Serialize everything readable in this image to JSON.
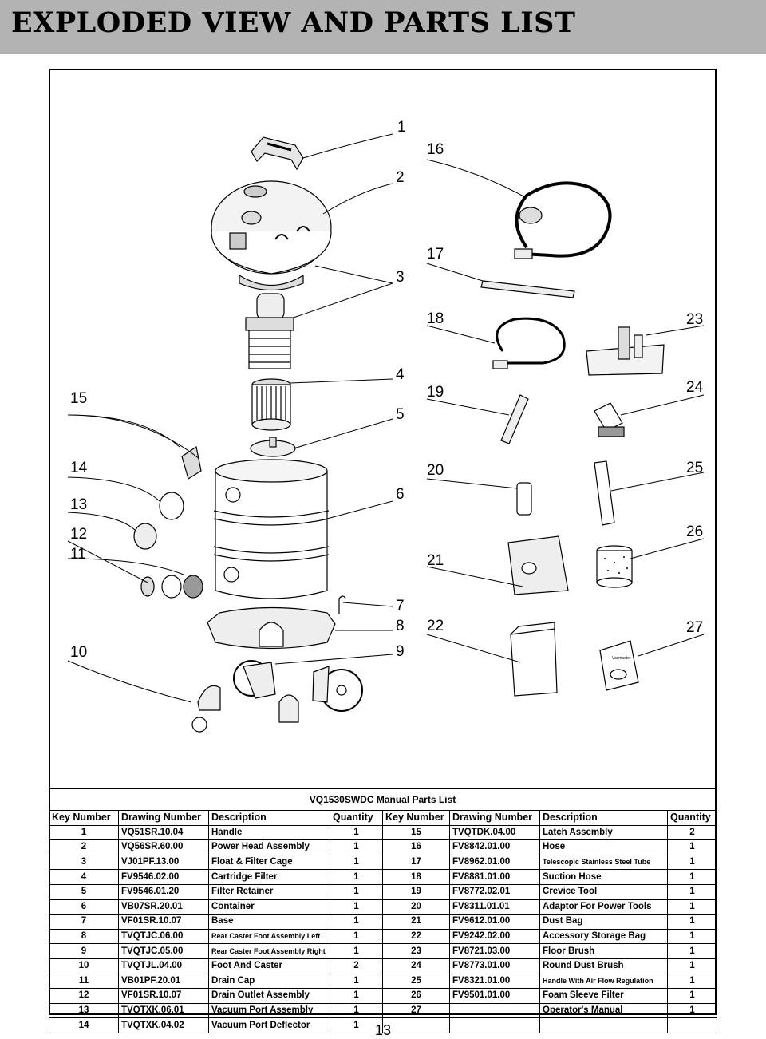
{
  "page_title": "EXPLODED VIEW AND PARTS LIST",
  "page_number": "13",
  "diagram": {
    "callouts": [
      "1",
      "2",
      "3",
      "4",
      "5",
      "6",
      "7",
      "8",
      "9",
      "10",
      "11",
      "12",
      "13",
      "14",
      "15",
      "16",
      "17",
      "18",
      "19",
      "20",
      "21",
      "22",
      "23",
      "24",
      "25",
      "26",
      "27"
    ],
    "manual_brand_text": "Vacmaster"
  },
  "parts_list": {
    "title": "VQ1530SWDC Manual Parts List",
    "headers": {
      "key_number": "Key Number",
      "drawing_number": "Drawing Number",
      "description": "Description",
      "quantity": "Quantity"
    },
    "left_rows": [
      {
        "key": "1",
        "drawing": "VQ51SR.10.04",
        "description": "Handle",
        "qty": "1"
      },
      {
        "key": "2",
        "drawing": "VQ56SR.60.00",
        "description": "Power Head Assembly",
        "qty": "1"
      },
      {
        "key": "3",
        "drawing": "VJ01PF.13.00",
        "description": "Float & Filter Cage",
        "qty": "1"
      },
      {
        "key": "4",
        "drawing": "FV9546.02.00",
        "description": "Cartridge Filter",
        "qty": "1"
      },
      {
        "key": "5",
        "drawing": "FV9546.01.20",
        "description": "Filter Retainer",
        "qty": "1"
      },
      {
        "key": "6",
        "drawing": "VB07SR.20.01",
        "description": "Container",
        "qty": "1"
      },
      {
        "key": "7",
        "drawing": "VF01SR.10.07",
        "description": "Base",
        "qty": "1"
      },
      {
        "key": "8",
        "drawing": "TVQTJC.06.00",
        "description": "Rear Caster Foot Assembly Left",
        "qty": "1"
      },
      {
        "key": "9",
        "drawing": "TVQTJC.05.00",
        "description": "Rear Caster Foot Assembly Right",
        "qty": "1"
      },
      {
        "key": "10",
        "drawing": "TVQTJL.04.00",
        "description": "Foot And Caster",
        "qty": "2"
      },
      {
        "key": "11",
        "drawing": "VB01PF.20.01",
        "description": "Drain Cap",
        "qty": "1"
      },
      {
        "key": "12",
        "drawing": "VF01SR.10.07",
        "description": "Drain Outlet Assembly",
        "qty": "1"
      },
      {
        "key": "13",
        "drawing": "TVQTXK.06.01",
        "description": "Vacuum Port Assembly",
        "qty": "1"
      },
      {
        "key": "14",
        "drawing": "TVQTXK.04.02",
        "description": "Vacuum Port Deflector",
        "qty": "1"
      }
    ],
    "right_rows": [
      {
        "key": "15",
        "drawing": "TVQTDK.04.00",
        "description": "Latch Assembly",
        "qty": "2"
      },
      {
        "key": "16",
        "drawing": "FV8842.01.00",
        "description": "Hose",
        "qty": "1"
      },
      {
        "key": "17",
        "drawing": "FV8962.01.00",
        "description": "Telescopic Stainless Steel Tube",
        "qty": "1"
      },
      {
        "key": "18",
        "drawing": "FV8881.01.00",
        "description": "Suction Hose",
        "qty": "1"
      },
      {
        "key": "19",
        "drawing": "FV8772.02.01",
        "description": "Crevice Tool",
        "qty": "1"
      },
      {
        "key": "20",
        "drawing": "FV8311.01.01",
        "description": "Adaptor For Power Tools",
        "qty": "1"
      },
      {
        "key": "21",
        "drawing": "FV9612.01.00",
        "description": "Dust Bag",
        "qty": "1"
      },
      {
        "key": "22",
        "drawing": "FV9242.02.00",
        "description": "Accessory Storage Bag",
        "qty": "1"
      },
      {
        "key": "23",
        "drawing": "FV8721.03.00",
        "description": "Floor Brush",
        "qty": "1"
      },
      {
        "key": "24",
        "drawing": "FV8773.01.00",
        "description": "Round Dust Brush",
        "qty": "1"
      },
      {
        "key": "25",
        "drawing": "FV8321.01.00",
        "description": "Handle With Air Flow Regulation",
        "qty": "1"
      },
      {
        "key": "26",
        "drawing": "FV9501.01.00",
        "description": "Foam Sleeve Filter",
        "qty": "1"
      },
      {
        "key": "27",
        "drawing": "",
        "description": "Operator's Manual",
        "qty": "1"
      },
      {
        "key": "",
        "drawing": "",
        "description": "",
        "qty": ""
      }
    ]
  }
}
